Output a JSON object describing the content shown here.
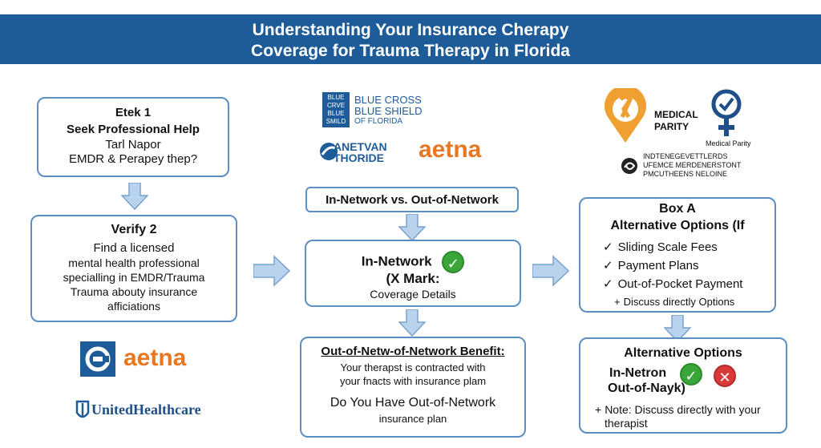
{
  "header": {
    "line1": "Understanding Your Insurance Cherapy",
    "line2": "Coverage for Trauma Therapy in Florida"
  },
  "step1": {
    "title": "Etek 1",
    "heading": "Seek Professional Help",
    "line3": "Tarl Napor",
    "line4": "EMDR & Perapey  thep?"
  },
  "step2": {
    "title": "Verify 2",
    "line1": "Find a licensed",
    "line2": "mental health professional",
    "line3": "specialling in EMDR/Trauma",
    "line4": "Trauma abouty insurance",
    "line5": "afficiations"
  },
  "left_logos": {
    "aetna": "aetna",
    "unitedhealthcare": "UnitedHealthcare"
  },
  "center_logos": {
    "bcbs_badge": [
      "BLUE",
      "CRVE",
      "BLUE",
      "SMILD"
    ],
    "bcbs_line1": "BLUE CROSS",
    "bcbs_line2": "BLUE SHIELD",
    "bcbs_line3": "OF FLORIDA",
    "anetvan_line1": "ANETVAN",
    "anetvan_line2": "THORIDE",
    "aetna": "aetna"
  },
  "network_compare": {
    "label": "In-Network vs. Out-of-Network"
  },
  "in_network": {
    "title": "In-Network",
    "subtitle": "(X Mark:",
    "details": "Coverage Details"
  },
  "out_network": {
    "title": "Out-of-Netw-of-Network Benefit:",
    "line1": "Your therapst is contracted with",
    "line2": "your fnacts with insurance plam",
    "question": "Do You Have Out-of-Network",
    "line4": "insurance plan"
  },
  "right_logos": {
    "medical_line1": "MEDICAL",
    "medical_line2": "PARITY",
    "medical_parity_caption": "Medical Parity",
    "small_line1": "INDTENEGEVETTLERDS",
    "small_line2": "UFEMCE MERDENERSTONT",
    "small_line3": "PMCUTHEENS NELOINE"
  },
  "box_a": {
    "title": "Box A",
    "subtitle": "Alternative Options (If",
    "items": [
      "Sliding Scale Fees",
      "Payment Plans",
      "Out-of-Pocket Payment"
    ],
    "note": "Discuss directly Options",
    "check_glyph": "✓",
    "note_glyph": "+"
  },
  "alt_options": {
    "title": "Alternative Options",
    "line1": "In-Netron",
    "line2": "Out-of-Nayk)",
    "note1": "Note: Discuss directly with your",
    "note2": "therapist",
    "note_glyph": "+"
  },
  "colors": {
    "header_bg": "#1e5c99",
    "box_border": "#5b8fc4",
    "arrow_fill": "#b9d3ee",
    "aetna_orange": "#e87722",
    "bcbs_blue": "#1e5c99",
    "medical_orange": "#f0a030",
    "check_green": "#3aa63a",
    "x_red": "#d83a3a"
  }
}
